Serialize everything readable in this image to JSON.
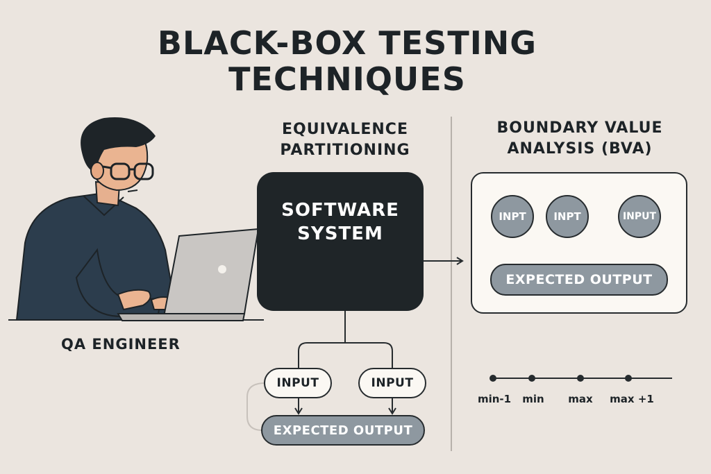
{
  "title": {
    "line1": "BLACK-BOX TESTING",
    "line2": "TECHNIQUES"
  },
  "role": {
    "label": "QA ENGINEER"
  },
  "equivalence": {
    "heading_line1": "EQUIVALENCE",
    "heading_line2": "PARTITIONING",
    "system_line1": "SOFTWARE",
    "system_line2": "SYSTEM",
    "inputs": [
      "INPUT",
      "INPUT"
    ],
    "output": "EXPECTED OUTPUT"
  },
  "bva": {
    "heading_line1": "BOUNDARY VALUE",
    "heading_line2": "ANALYSIS (BVA)",
    "inputs": [
      "INPT",
      "INPT",
      "INPUT"
    ],
    "output": "EXPECTED OUTPUT",
    "scale_labels": [
      "min-1",
      "min",
      "max",
      "max +1"
    ]
  },
  "colors": {
    "background": "#ebe5df",
    "dark": "#1f2528",
    "accent_grey": "#8e98a0",
    "shirt": "#2c3d4d"
  }
}
